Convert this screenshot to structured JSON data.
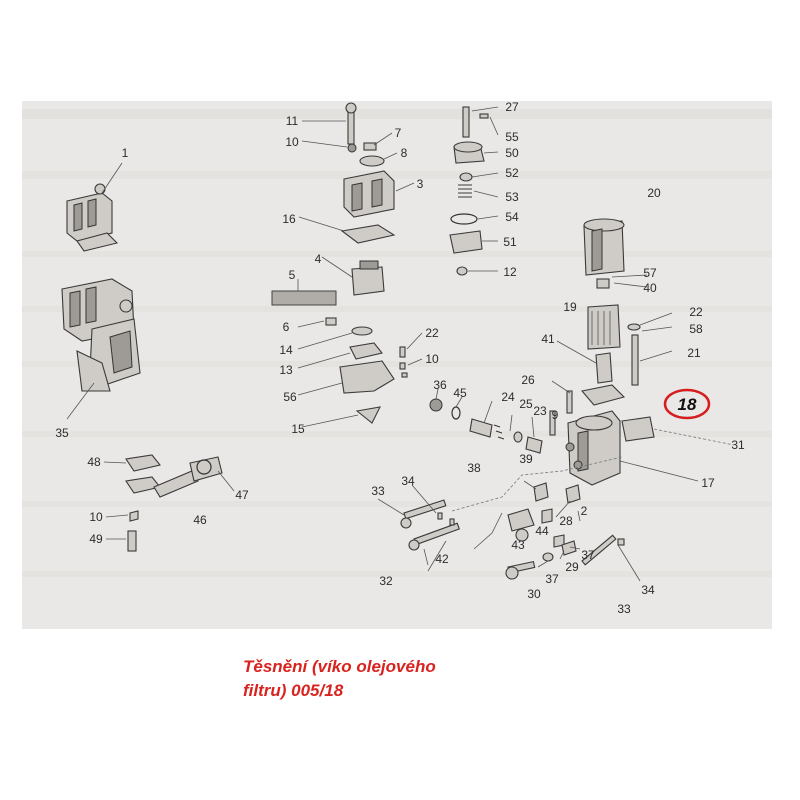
{
  "diagram": {
    "highlight": {
      "label": "18",
      "color": "#d51f1f"
    },
    "labels": [
      "1",
      "35",
      "11",
      "10",
      "7",
      "8",
      "3",
      "16",
      "4",
      "5",
      "6",
      "14",
      "13",
      "56",
      "15",
      "22",
      "10",
      "27",
      "55",
      "50",
      "52",
      "53",
      "54",
      "51",
      "12",
      "20",
      "19",
      "57",
      "40",
      "22",
      "58",
      "21",
      "41",
      "26",
      "36",
      "45",
      "24",
      "25",
      "23",
      "9",
      "31",
      "17",
      "48",
      "47",
      "46",
      "10",
      "49",
      "33",
      "34",
      "32",
      "42",
      "43",
      "38",
      "39",
      "44",
      "28",
      "2",
      "37",
      "29",
      "37",
      "30",
      "34",
      "33"
    ]
  },
  "caption": {
    "line1": "Těsnění (víko olejového",
    "line2": "filtru) 005/18",
    "color": "#d8231f"
  }
}
